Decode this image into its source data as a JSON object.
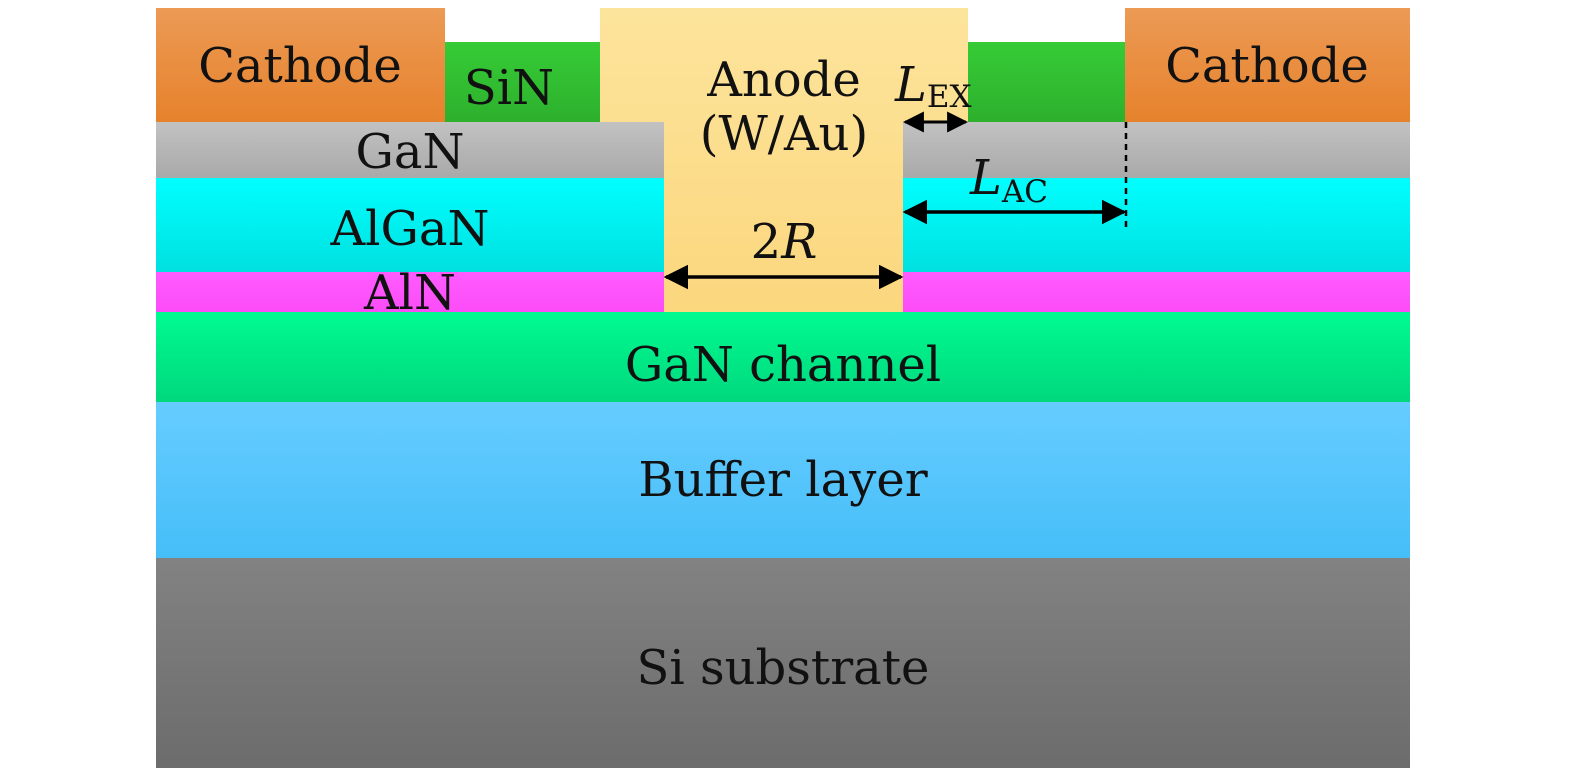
{
  "diagram": {
    "layers": {
      "cathode_left": "Cathode",
      "cathode_right": "Cathode",
      "sin": "SiN",
      "anode_line1": "Anode",
      "anode_line2": "(W/Au)",
      "gan_cap": "GaN",
      "algan": "AlGaN",
      "aln": "AlN",
      "gan_channel": "GaN channel",
      "buffer": "Buffer layer",
      "substrate": "Si substrate"
    },
    "dimensions": {
      "l_ex_symbol": "L",
      "l_ex_subscript": "EX",
      "l_ac_symbol": "L",
      "l_ac_subscript": "AC",
      "two_r_prefix": "2",
      "two_r_symbol": "R"
    },
    "colors": {
      "cathode": "#E98A37",
      "sin": "#33BF33",
      "anode": "#FDE39A",
      "gan_cap": "#B4B4B4",
      "algan": "#00F0F0",
      "aln": "#FF55FF",
      "gan_channel": "#00E88A",
      "buffer": "#55C4FA",
      "substrate": "#767676"
    }
  }
}
